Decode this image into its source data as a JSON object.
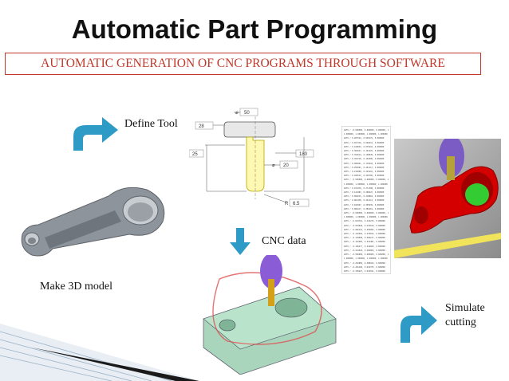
{
  "slide": {
    "title": "Automatic Part Programming",
    "subtitle": "AUTOMATIC GENERATION OF CNC PROGRAMS THROUGH SOFTWARE"
  },
  "labels": {
    "define_tool": "Define Tool",
    "cnc_data": "CNC data",
    "make_3d_model": "Make 3D model",
    "simulate_line1": "Simulate",
    "simulate_line2": "cutting"
  },
  "tool_drawing": {
    "dim_top": "50",
    "dim_head_height": "28",
    "dim_shank_length": "25",
    "dim_total_length": "180",
    "dim_shank_diameter": "20",
    "dim_radius": "6.5",
    "radius_prefix": "R",
    "diameter_symbol": "⌀"
  },
  "nc_listing": {
    "lines": [
      "GOTO / -0.500000, 0.000000, 0.000000, 1",
      "1.000000, 1.000000, 1.000000, 1.000000",
      "GOTO / 0.487524, 0.020176, 0.000000",
      "GOTO / 0.457316, 0.049231, 0.000000",
      "GOTO / 0.418932, 0.075410, 0.000000",
      "GOTO / 0.381647, 0.101225, 0.000000",
      "GOTO / 0.352014, 0.128849, 0.000000",
      "GOTO / 0.323718, 0.152006, 0.000000",
      "GOTO / 0.288431, 0.178442, 0.000000",
      "GOTO / 0.254093, 0.201117, 0.000000",
      "GOTO / 0.219008, 0.225491, 0.000000",
      "GOTO / 0.184512, 0.249706, 0.000000",
      "GOTO / -0.500000, 0.000000, 0.000000, 1",
      "1.000000, 1.000000, 1.000000, 1.000000",
      "GOTO / 0.152476, 0.271308, 0.000000",
      "GOTO / 0.121983, 0.296647, 0.000000",
      "GOTO / 0.090215, 0.318804, 0.000000",
      "GOTO / 0.061438, 0.342112, 0.000000",
      "GOTO / 0.032907, 0.365930, 0.000000",
      "GOTO / 0.004217, 0.389101, 0.000000",
      "GOTO / -0.500000, 0.000000, 0.000000, 1",
      "1.000000, 1.000000, 1.000000, 1.000000",
      "GOTO / -0.024716, 0.410275, 0.000000",
      "GOTO / -0.053840, 0.433619, 0.000000",
      "GOTO / -0.082114, 0.456902, 0.000000",
      "GOTO / -0.110382, 0.479014, 0.000000",
      "GOTO / -0.139608, 0.500217, 0.000000",
      "GOTO / -0.167905, 0.522481, 0.000000",
      "GOTO / -0.196277, 0.544609, 0.000000",
      "GOTO / -0.224518, 0.566893, 0.000000",
      "GOTO / -0.500000, 0.000000, 0.000000, 1",
      "1.000000, 1.000000, 1.000000, 1.000000",
      "GOTO / -0.252869, 0.588104, 0.000000",
      "GOTO / -0.281106, 0.610375, 0.000000",
      "GOTO / -0.309427, 0.632541, 0.000000",
      "GOTO / -0.337650, 0.654880, 0.000000",
      "GOTO / -0.365912, 0.676213, 0.000000",
      "GOTO / -0.394184, 0.698506, 0.000000",
      "GOTO / -0.422461, 0.720814, 0.000000",
      "GOTO / -0.450719, 0.742076, 0.000000",
      "GOTO / -0.478992, 0.764391, 0.000000",
      "GOTO / -0.500000, 0.000000, 0.000000, 1",
      "1.000000, 1.000000, 1.000000, 1.000000",
      "GOTO / -0.507265, 0.786610, 0.000000",
      "GOTO / -0.535540, 0.808932, 0.000000",
      "GOTO / -0.563812, 0.830251, 0.000000",
      "GOTO / -0.592079, 0.852567, 0.000000",
      "GOTO / -0.620347, 0.874883, 0.000000",
      "GOTO / -0.648615, 0.896200, 0.000000",
      "GOTO / -0.676883, 0.918516, 0.000000"
    ]
  },
  "colors": {
    "subtitle_red": "#c0392b",
    "arrow_teal": "#2e9bc6",
    "part_gray": "#8e949b",
    "tool_yellow": "#fff8b0",
    "sim_red": "#d40000",
    "tool_purple": "#7b5cc4",
    "sim_green": "#33cc33"
  }
}
